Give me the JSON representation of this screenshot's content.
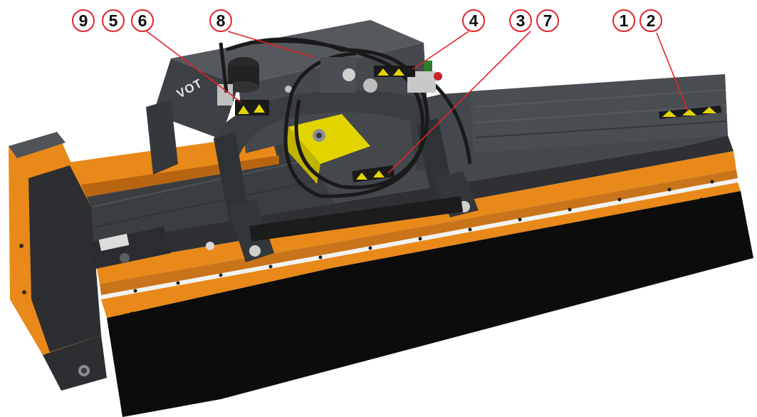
{
  "brand": "VOT",
  "callouts": [
    {
      "id": "callout-9",
      "label": "9"
    },
    {
      "id": "callout-5",
      "label": "5"
    },
    {
      "id": "callout-6",
      "label": "6"
    },
    {
      "id": "callout-8",
      "label": "8"
    },
    {
      "id": "callout-4",
      "label": "4"
    },
    {
      "id": "callout-3",
      "label": "3"
    },
    {
      "id": "callout-7",
      "label": "7"
    },
    {
      "id": "callout-1",
      "label": "1"
    },
    {
      "id": "callout-2",
      "label": "2"
    }
  ],
  "colors": {
    "body": "#3f4245",
    "body_dark": "#26282a",
    "body_light": "#5a5d61",
    "orange": "#e8891a",
    "orange_dark": "#b86512",
    "yellow": "#e3d400",
    "curtain": "#0c0c0c",
    "hose": "#1a1a1a",
    "leader": "#e0242a",
    "callout_ring": "#e0242a"
  }
}
